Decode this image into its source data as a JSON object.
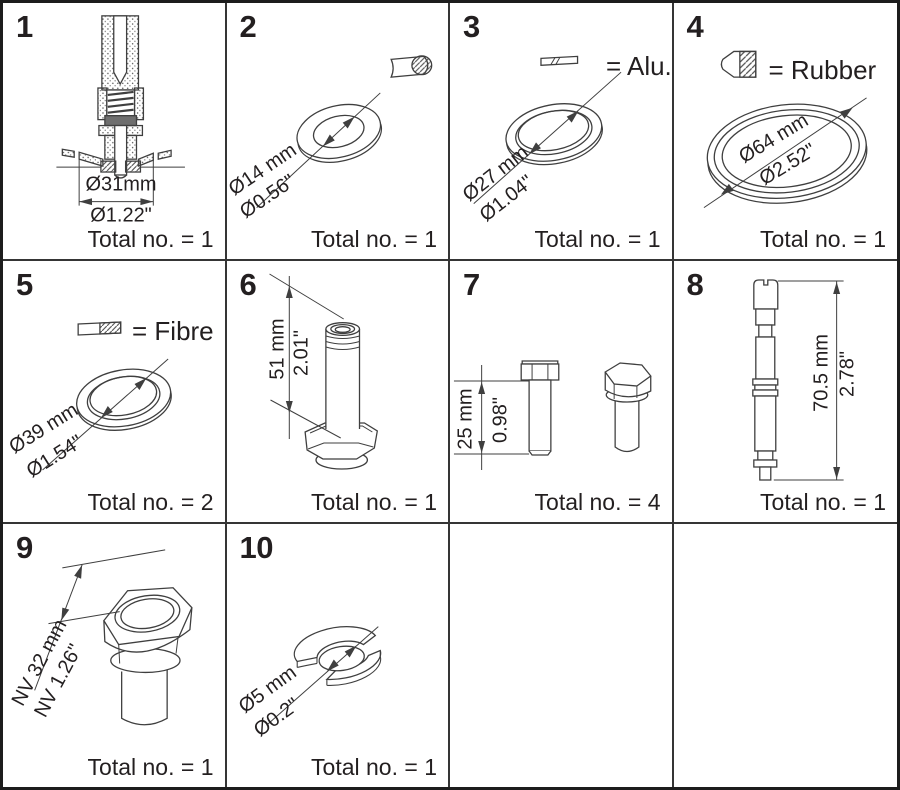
{
  "colors": {
    "background": "#ffffff",
    "grid_line": "#353535",
    "drawing_line": "#3f3f3f",
    "text": "#231f20"
  },
  "cells": [
    {
      "number": "1",
      "drawing": "valve-body-cross-section",
      "dim_mm": "Ø31mm",
      "dim_in": "Ø1.22\"",
      "total": "Total no. = 1"
    },
    {
      "number": "2",
      "drawing": "washer",
      "icon": "washer-section-icon",
      "dim_mm": "Ø14 mm",
      "dim_in": "Ø0.56\"",
      "total": "Total no. = 1"
    },
    {
      "number": "3",
      "drawing": "gasket-ring",
      "legend": "= Alu.",
      "icon": "alu-section-icon",
      "dim_mm": "Ø27 mm",
      "dim_in": "Ø1.04\"",
      "total": "Total no. = 1"
    },
    {
      "number": "4",
      "drawing": "o-ring",
      "legend": "= Rubber",
      "icon": "rubber-section-icon",
      "dim_mm": "Ø64 mm",
      "dim_in": "Ø2.52\"",
      "total": "Total no. = 1"
    },
    {
      "number": "5",
      "drawing": "gasket-ring",
      "legend": "= Fibre",
      "icon": "fibre-section-icon",
      "dim_mm": "Ø39 mm",
      "dim_in": "Ø1.54\"",
      "total": "Total no. = 2"
    },
    {
      "number": "6",
      "drawing": "gland-tube",
      "dim_mm": "51 mm",
      "dim_in": "2.01\"",
      "total": "Total no. = 1"
    },
    {
      "number": "7",
      "drawing": "hex-bolts",
      "dim_mm": "25 mm",
      "dim_in": "0.98\"",
      "total": "Total no. = 4"
    },
    {
      "number": "8",
      "drawing": "spindle",
      "dim_mm": "70.5 mm",
      "dim_in": "2.78\"",
      "total": "Total no. = 1"
    },
    {
      "number": "9",
      "drawing": "hex-cap",
      "dim_mm": "NV 32 mm",
      "dim_in": "NV 1.26\"",
      "total": "Total no. = 1"
    },
    {
      "number": "10",
      "drawing": "split-cone-ring",
      "dim_mm": "Ø5 mm",
      "dim_in": "Ø0.2\"",
      "total": "Total no. = 1"
    }
  ]
}
